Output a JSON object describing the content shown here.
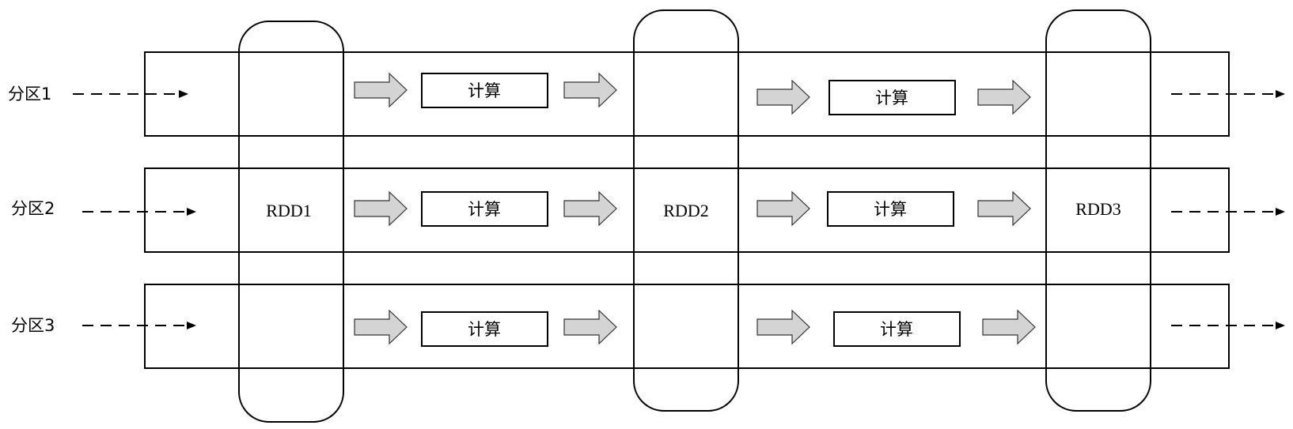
{
  "partitions": [
    {
      "label": "分区1"
    },
    {
      "label": "分区2"
    },
    {
      "label": "分区3"
    }
  ],
  "rdds": [
    {
      "label": "RDD1"
    },
    {
      "label": "RDD2"
    },
    {
      "label": "RDD3"
    }
  ],
  "compute_label": "计算"
}
